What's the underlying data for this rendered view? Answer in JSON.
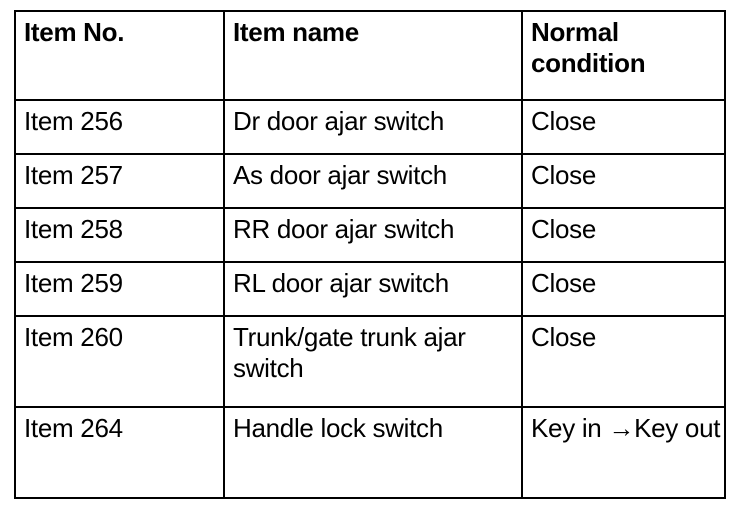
{
  "table": {
    "columns": [
      {
        "key": "item_no",
        "label": "Item No."
      },
      {
        "key": "item_name",
        "label": "Item name"
      },
      {
        "key": "normal",
        "label": "Normal condition"
      }
    ],
    "rows": [
      {
        "item_no": "Item 256",
        "item_name": "Dr door ajar switch",
        "normal": "Close"
      },
      {
        "item_no": "Item 257",
        "item_name": "As door ajar switch",
        "normal": "Close"
      },
      {
        "item_no": "Item 258",
        "item_name": "RR door ajar switch",
        "normal": "Close"
      },
      {
        "item_no": "Item 259",
        "item_name": "RL door ajar switch",
        "normal": "Close"
      },
      {
        "item_no": "Item 260",
        "item_name": "Trunk/gate trunk ajar switch",
        "normal": "Close"
      },
      {
        "item_no": "Item 264",
        "item_name": "Handle lock switch",
        "normal": "Key in →Key out"
      }
    ]
  },
  "colors": {
    "background": "#ffffff",
    "text": "#000000",
    "border": "#000000"
  }
}
